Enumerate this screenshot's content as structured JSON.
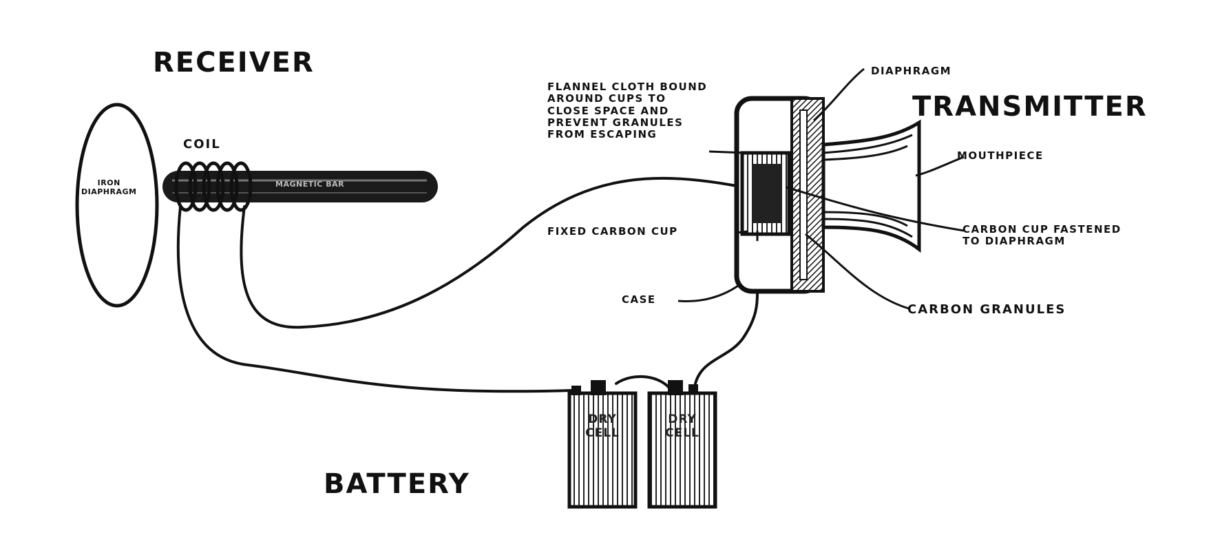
{
  "labels": {
    "receiver": "RECEIVER",
    "transmitter": "TRANSMITTER",
    "battery": "BATTERY",
    "coil": "COIL",
    "iron_diaphragm": "IRON\nDIAPHRAGM",
    "magnetic_bar": "MAGNETIC BAR",
    "flannel_note": "FLANNEL CLOTH BOUND\nAROUND CUPS TO\nCLOSE SPACE AND\nPREVENT GRANULES\nFROM ESCAPING",
    "diaphragm": "DIAPHRAGM",
    "mouthpiece": "MOUTHPIECE",
    "fixed_carbon_cup": "FIXED CARBON CUP",
    "carbon_cup_fastened": "CARBON CUP FASTENED\nTO DIAPHRAGM",
    "case": "CASE",
    "carbon_granules": "CARBON GRANULES",
    "dry_cell_1": "DRY\nCELL",
    "dry_cell_2": "DRY\nCELL"
  },
  "colors": {
    "ink": "#111111",
    "paper": "#ffffff"
  }
}
